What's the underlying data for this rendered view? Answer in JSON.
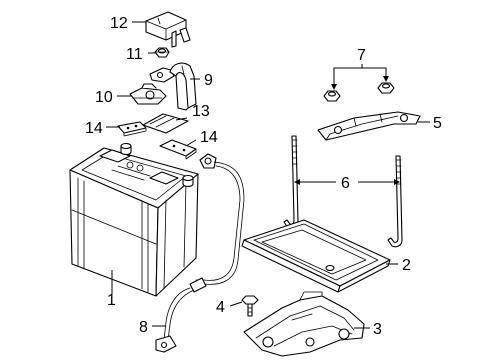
{
  "callouts": {
    "c1": "1",
    "c2": "2",
    "c3": "3",
    "c4": "4",
    "c5": "5",
    "c6": "6",
    "c7": "7",
    "c8": "8",
    "c9": "9",
    "c10": "10",
    "c11": "11",
    "c12": "12",
    "c13": "13",
    "c14a": "14",
    "c14b": "14"
  }
}
